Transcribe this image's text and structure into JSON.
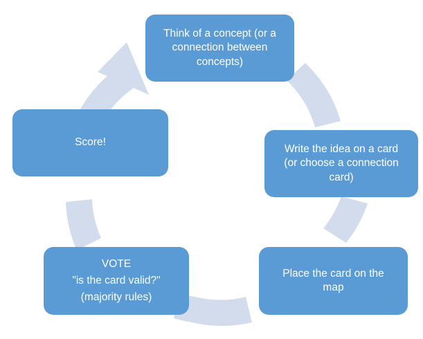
{
  "diagram": {
    "type": "cycle",
    "title": "",
    "direction": "clockwise",
    "colors": {
      "node_fill": "#5B9BD5",
      "node_text": "#FFFFFF",
      "ring_fill": "#D3DCEC",
      "background": "#FFFFFF"
    },
    "nodes": [
      {
        "id": "think",
        "order": 1,
        "label": "Think of a concept (or a\nconnection between\nconcepts)",
        "position": "top"
      },
      {
        "id": "write",
        "order": 2,
        "label": "Write the idea on a card\n(or choose a connection\ncard)",
        "position": "right"
      },
      {
        "id": "place",
        "order": 3,
        "label": "Place the card on the\nmap",
        "position": "bottom-right"
      },
      {
        "id": "vote",
        "order": 4,
        "label": "VOTE\n\"is the card valid?\"\n(majority rules)",
        "position": "bottom-left"
      },
      {
        "id": "score",
        "order": 5,
        "label": "Score!",
        "position": "left"
      }
    ],
    "arrows": [
      {
        "id": "arc-score-to-think",
        "from": "score",
        "to": "think",
        "has_arrowhead": true
      },
      {
        "id": "arc-think-to-write",
        "from": "think",
        "to": "write",
        "has_arrowhead": false
      },
      {
        "id": "arc-write-to-place",
        "from": "write",
        "to": "place",
        "has_arrowhead": false
      },
      {
        "id": "arc-place-to-vote",
        "from": "place",
        "to": "vote",
        "has_arrowhead": false
      },
      {
        "id": "arc-vote-to-score",
        "from": "vote",
        "to": "score",
        "has_arrowhead": false
      }
    ]
  }
}
